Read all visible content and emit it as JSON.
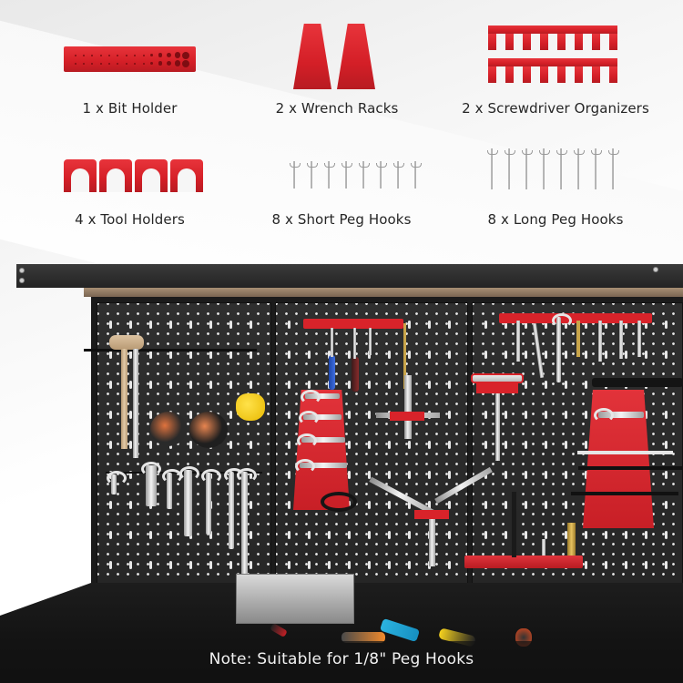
{
  "accessories": [
    {
      "id": "bit-holder",
      "label": "1 x Bit Holder",
      "quantity": 1,
      "name": "Bit Holder"
    },
    {
      "id": "wrench-racks",
      "label": "2 x Wrench Racks",
      "quantity": 2,
      "name": "Wrench Racks"
    },
    {
      "id": "screwdriver-organizers",
      "label": "2 x Screwdriver Organizers",
      "quantity": 2,
      "name": "Screwdriver Organizers"
    },
    {
      "id": "tool-holders",
      "label": "4 x Tool Holders",
      "quantity": 4,
      "name": "Tool Holders"
    },
    {
      "id": "short-peg-hooks",
      "label": "8 x Short Peg Hooks",
      "quantity": 8,
      "name": "Short Peg Hooks"
    },
    {
      "id": "long-peg-hooks",
      "label": "8 x Long Peg Hooks",
      "quantity": 8,
      "name": "Long Peg Hooks"
    }
  ],
  "note": {
    "text": "Note: Suitable for 1/8\" Peg Hooks"
  },
  "colors": {
    "accessory_red": "#d41f27",
    "pegboard": "#2d2d2d",
    "bench": "#151515",
    "label_text": "#262626",
    "note_text": "#f2f2f2"
  },
  "scene": {
    "pegboard_panels": 3,
    "description": "Black workbench with three pegboard panels holding wrenches, screwdrivers, hex keys, and red accessory racks"
  }
}
